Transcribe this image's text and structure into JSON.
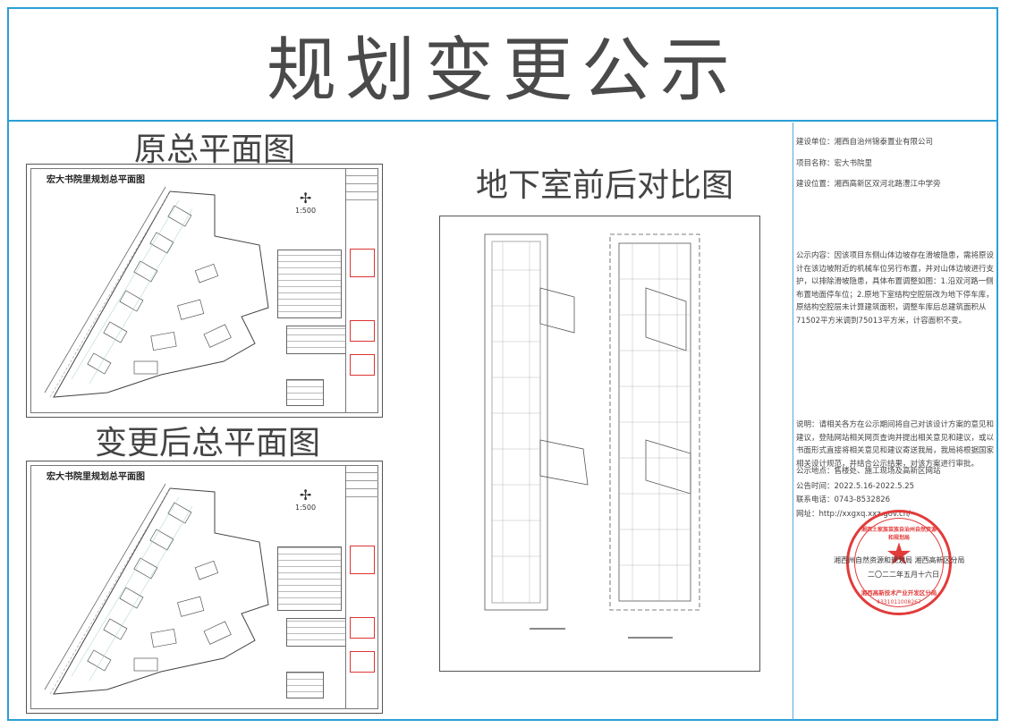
{
  "main_title": "规划变更公示",
  "left": {
    "original_heading": "原总平面图",
    "changed_heading": "变更后总平面图",
    "sheet_title_1": "宏大书院里规划总平面图",
    "sheet_title_2": "宏大书院里规划总平面图",
    "scale_1": "1:500",
    "scale_2": "1:500"
  },
  "center": {
    "heading": "地下室前后对比图"
  },
  "info": {
    "unit_label": "建设单位：",
    "unit_value": "湘西自治州锦泰置业有限公司",
    "project_label": "项目名称：",
    "project_value": "宏大书院里",
    "location_label": "建设位置：",
    "location_value": "湘西高新区双河北路澧江中学旁",
    "notice": "公示内容：因该项目东侧山体边坡存在滑坡隐患，需将原设计在该边坡附近的机械车位另行布置，并对山体边坡进行支护，以排除滑坡隐患，具体布置调整如图：1.沿双河路一侧布置地面停车位；2.原地下室结构空腔层改为地下停车库，原结构空腔层未计算建筑面积，调整车库后总建筑面积从71502平方米调到75013平方米，计容面积不变。",
    "explain": "说明：请相关各方在公示期间将自己对该设计方案的意见和建议，登陆网站相关网页查询并提出相关意见和建议，或以书面形式直接将相关意见和建议寄送我局，我局将根据国家相关设计规范，并结合公示结果，对该方案进行审批。",
    "place": "公示地点：售楼处、施工现场及高新区网站",
    "time": "公告时间：2022.5.16-2022.5.25",
    "phone": "联系电话：0743-8532826",
    "website": "网址：http://xxgxq.xxz.gov.cn/",
    "signer": "湘西州自然资源和规划局  湘西高新区分局",
    "date": "二〇二二年五月十六日"
  },
  "stamp": {
    "top_text": "湘西土家族苗族自治州自然资源和规划局",
    "bottom_text": "湘西高新技术产业开发区分局",
    "number": "4331011008267",
    "star": "★"
  },
  "colors": {
    "frame": "#2a9fd6",
    "stamp": "#e23b3b"
  }
}
